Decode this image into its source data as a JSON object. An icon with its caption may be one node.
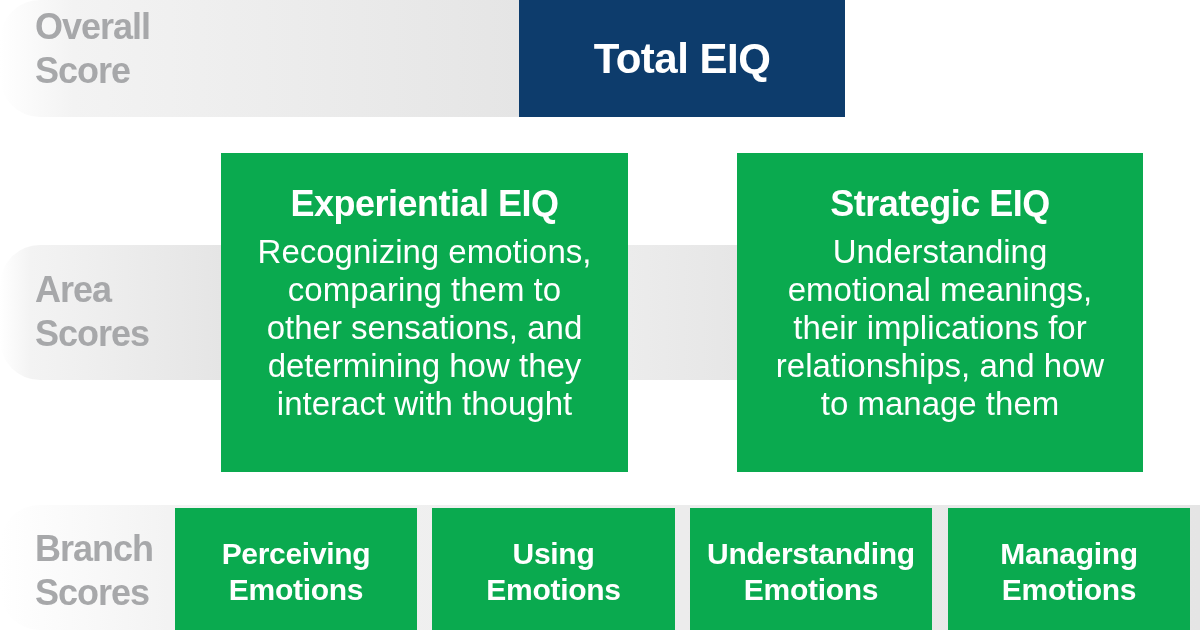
{
  "diagram": {
    "nodes": [
      {
        "text": [
          "Overall Score"
        ]
      },
      {
        "text": [
          "Total EIQ"
        ]
      },
      {
        "text": [
          "Area Scores"
        ]
      },
      {
        "text": [
          "Experiential EIQ",
          "Recognizing emotions, comparing them to other sensations, and determining how they interact with thought"
        ]
      },
      {
        "text": [
          "Strategic EIQ",
          "Understanding emotional meanings, their implications for relationships, and how to manage them"
        ]
      },
      {
        "text": [
          "Branch Scores"
        ]
      },
      {
        "text": [
          "Perceiving Emotions"
        ],
        "in": 5
      },
      {
        "text": [
          "Using Emotions"
        ],
        "in": 5
      },
      {
        "text": [
          "Understanding Emotions"
        ],
        "in": 5
      },
      {
        "text": [
          "Managing Emotions"
        ],
        "in": 5
      }
    ]
  }
}
